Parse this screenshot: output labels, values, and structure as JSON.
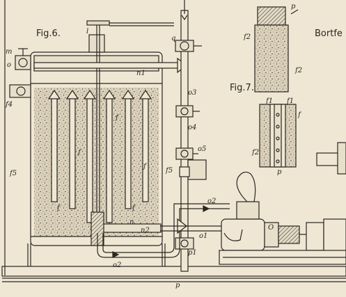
{
  "figures": {
    "fig6_title": "Fig.6.",
    "fig7_title": "Fig.7.",
    "cut_off_heading": "Bortfe"
  },
  "labels": {
    "l": "l",
    "m": "m",
    "o": "o",
    "f4": "f4",
    "n1": "n1",
    "q": "q",
    "o3": "o3",
    "o4": "o4",
    "o5": "o5",
    "f5_left": "f5",
    "f5_right": "f5",
    "f_1": "f",
    "f_2": "f",
    "f_3": "f",
    "f_4": "f",
    "f_5": "f",
    "n": "n",
    "n2": "n2",
    "o1": "o1",
    "p1": "p1",
    "p_bottom": "p",
    "o2_upper": "o2",
    "o2_lower": "o2",
    "O_pump": "O",
    "f2_top": "f2",
    "f2_side": "f2",
    "p_top": "p",
    "f1_a": "f1",
    "f1_b": "f1",
    "f_fig7": "f",
    "f2_fig7": "f2",
    "p_fig7": "p"
  },
  "colors": {
    "paper": "#efe7d4",
    "ink": "#2a2620",
    "filter_fill": "#d9cfba",
    "dots": "#4a4439"
  }
}
